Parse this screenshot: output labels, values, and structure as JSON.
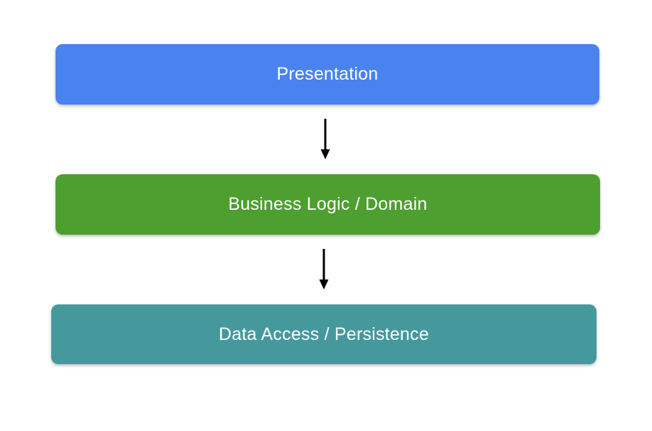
{
  "diagram": {
    "type": "layered-architecture",
    "background": "#ffffff",
    "text_color": "#ffffff",
    "arrow_color": "#000000",
    "layers": [
      {
        "id": "presentation",
        "label": "Presentation",
        "color": "#4A82F0"
      },
      {
        "id": "business-logic",
        "label": "Business Logic / Domain",
        "color": "#4D9F30"
      },
      {
        "id": "data-access",
        "label": "Data Access / Persistence",
        "color": "#45999D"
      }
    ],
    "arrows": [
      {
        "from": "presentation",
        "to": "business-logic",
        "direction": "down"
      },
      {
        "from": "business-logic",
        "to": "data-access",
        "direction": "down"
      }
    ]
  }
}
